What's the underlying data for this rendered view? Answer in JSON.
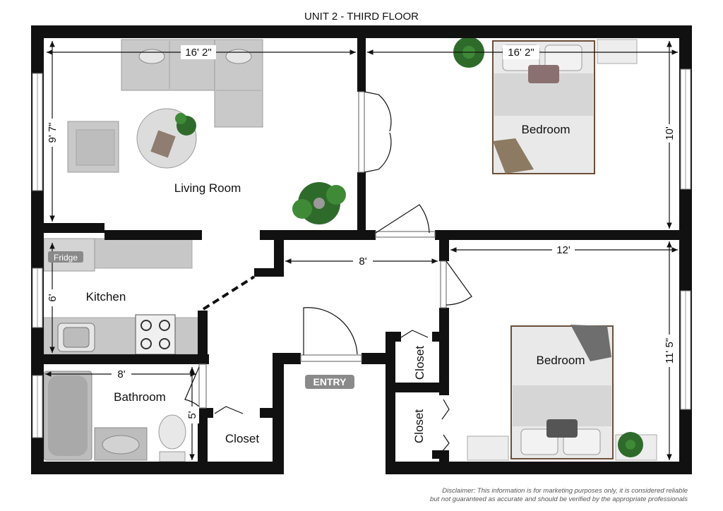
{
  "title": "UNIT 2 - THIRD FLOOR",
  "rooms": {
    "living_room": "Living Room",
    "bedroom_top": "Bedroom",
    "bedroom_bottom": "Bedroom",
    "kitchen": "Kitchen",
    "bathroom": "Bathroom",
    "closet_bath": "Closet",
    "closet_center": "Closet",
    "closet_bottom": "Closet"
  },
  "fixtures": {
    "fridge": "Fridge",
    "entry": "ENTRY"
  },
  "dimensions": {
    "living_width": "16' 2\"",
    "bedroom_top_width": "16' 2\"",
    "living_depth": "9' 7\"",
    "bedroom_top_depth": "10'",
    "hall_width": "8'",
    "bedroom_bottom_width": "12'",
    "bedroom_bottom_depth": "11' 5\"",
    "kitchen_depth": "6'",
    "bathroom_width": "8'",
    "bathroom_depth": "5'"
  },
  "disclaimer": {
    "line1": "Disclaimer: This information is for marketing purposes only, it is considered reliable",
    "line2": "but not guaranteed as accurate and should be verified by the appropriate professionals"
  },
  "colors": {
    "wall": "#111111",
    "furniture": "#c8c8c8",
    "counter": "#bdbdbd",
    "plant": "#2e6b2a",
    "entry_badge": "#8a8a8a"
  }
}
